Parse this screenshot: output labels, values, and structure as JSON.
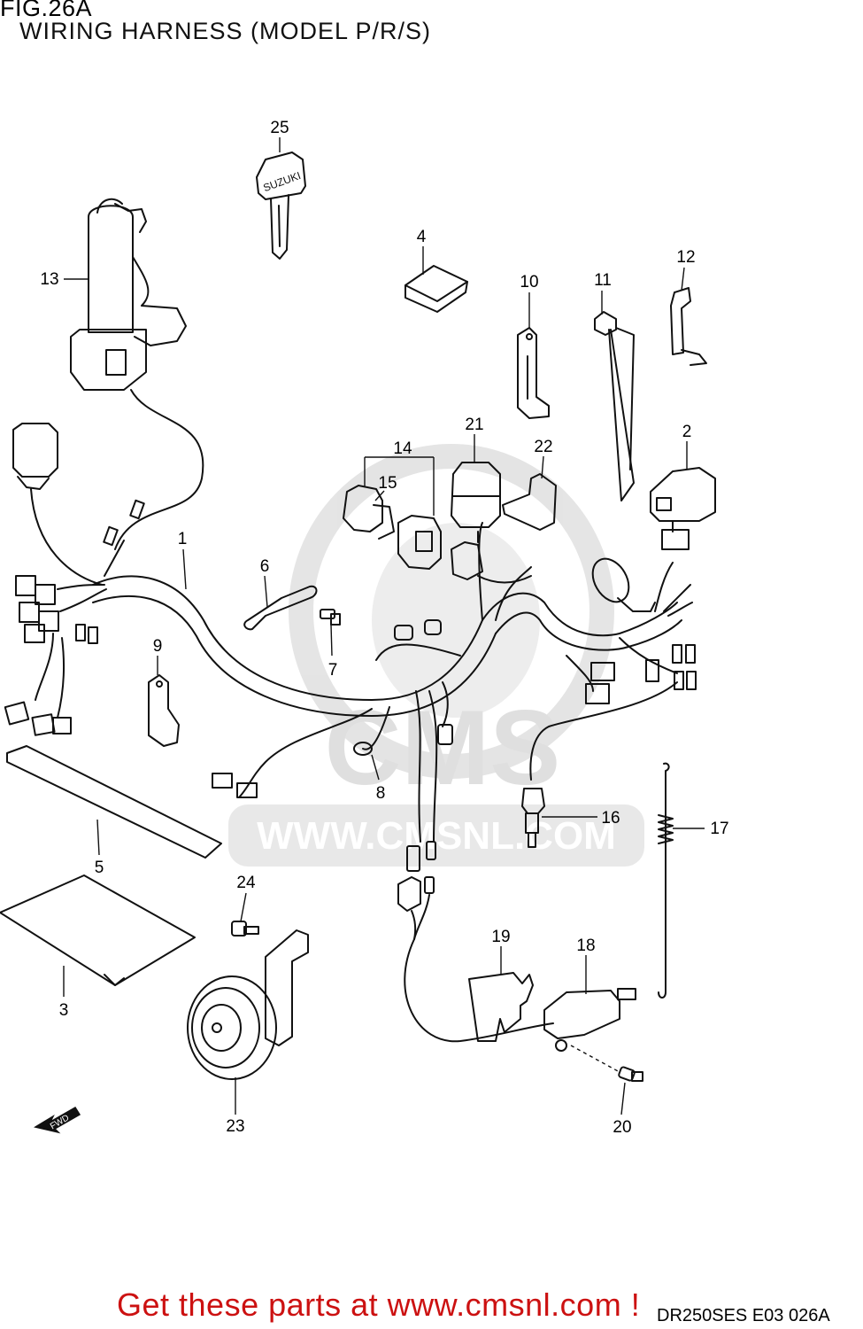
{
  "figure": {
    "id": "FIG.26A",
    "title": "WIRING HARNESS (MODEL P/R/S)"
  },
  "callouts": {
    "c1": "1",
    "c2": "2",
    "c3": "3",
    "c4": "4",
    "c5": "5",
    "c6": "6",
    "c7": "7",
    "c8": "8",
    "c9": "9",
    "c10": "10",
    "c11": "11",
    "c12": "12",
    "c13": "13",
    "c14": "14",
    "c15": "15",
    "c16": "16",
    "c17": "17",
    "c18": "18",
    "c19": "19",
    "c20": "20",
    "c21": "21",
    "c22": "22",
    "c23": "23",
    "c24": "24",
    "c25": "25"
  },
  "key_brand": "SUZUKI",
  "fwd_arrow_label": "FWD",
  "watermark": {
    "url": "WWW.CMSNL.COM",
    "brand": "CMS"
  },
  "footer": {
    "ad_text": "Get these parts at www.cmsnl.com !",
    "code": "DR250SES E03  026A"
  },
  "colors": {
    "line": "#111111",
    "ad": "#cc1111",
    "watermark": "#d9d9d9"
  }
}
